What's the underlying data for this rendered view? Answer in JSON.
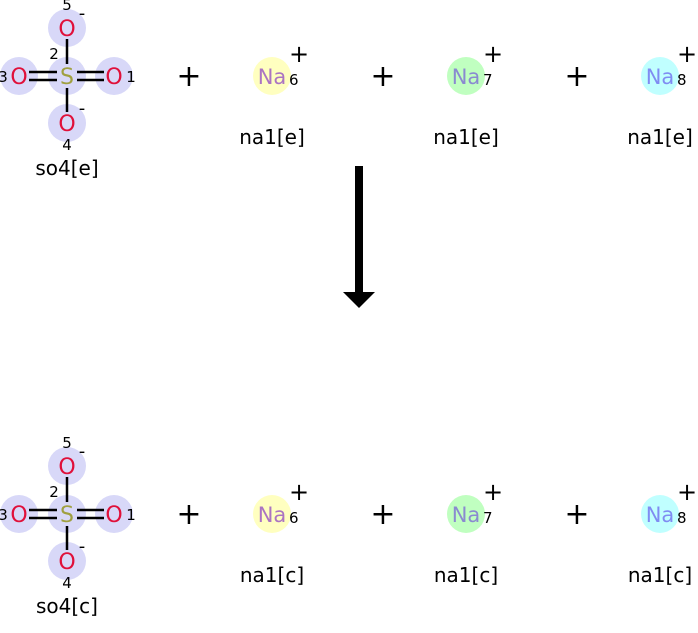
{
  "reactions": [
    {
      "stage": "reactants",
      "sulfate": {
        "name": "so4[e]",
        "center": "S",
        "ligands": [
          {
            "label": "O",
            "num": "1",
            "charge": ""
          },
          {
            "label": "O",
            "num": "3",
            "charge": ""
          },
          {
            "label": "O",
            "num": "5",
            "charge": "-"
          },
          {
            "label": "O",
            "num": "4",
            "charge": "-"
          }
        ],
        "s_num": "2"
      },
      "sodiums": [
        {
          "label": "Na",
          "num": "6",
          "charge": "+",
          "name": "na1[e]",
          "highlight": "#ffffc0",
          "color": "#ab74c2"
        },
        {
          "label": "Na",
          "num": "7",
          "charge": "+",
          "name": "na1[e]",
          "highlight": "#c0ffc0",
          "color": "#8a8ad0"
        },
        {
          "label": "Na",
          "num": "8",
          "charge": "+",
          "name": "na1[e]",
          "highlight": "#c0ffff",
          "color": "#7f8cf2"
        }
      ]
    },
    {
      "stage": "products",
      "sulfate": {
        "name": "so4[c]",
        "center": "S",
        "ligands": [
          {
            "label": "O",
            "num": "1",
            "charge": ""
          },
          {
            "label": "O",
            "num": "3",
            "charge": ""
          },
          {
            "label": "O",
            "num": "5",
            "charge": "-"
          },
          {
            "label": "O",
            "num": "4",
            "charge": "-"
          }
        ],
        "s_num": "2"
      },
      "sodiums": [
        {
          "label": "Na",
          "num": "6",
          "charge": "+",
          "name": "na1[c]",
          "highlight": "#ffffc0",
          "color": "#ab74c2"
        },
        {
          "label": "Na",
          "num": "7",
          "charge": "+",
          "name": "na1[c]",
          "highlight": "#c0ffc0",
          "color": "#8a8ad0"
        },
        {
          "label": "Na",
          "num": "8",
          "charge": "+",
          "name": "na1[c]",
          "highlight": "#c0ffff",
          "color": "#7f8cf2"
        }
      ]
    }
  ],
  "plus_sign": "+",
  "colors": {
    "atom_highlight": "#d8d8f8",
    "oxygen": "#e0103a",
    "sulfur": "#a0a040",
    "bond": "#000000"
  }
}
